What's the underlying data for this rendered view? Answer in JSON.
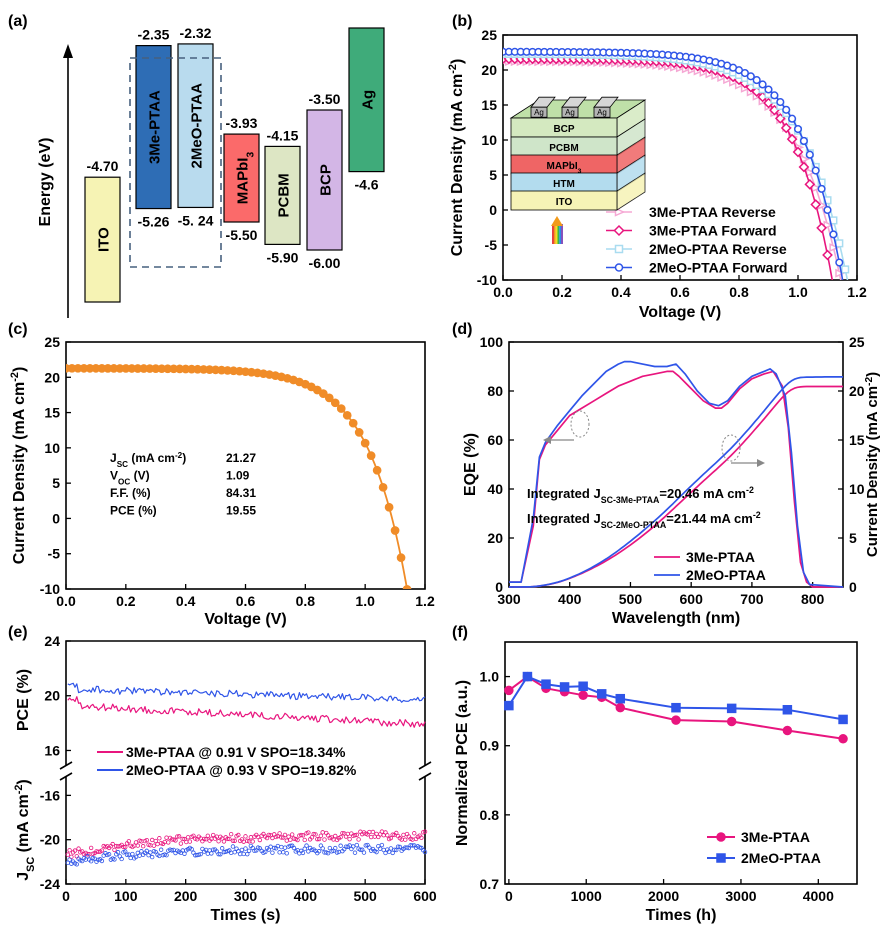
{
  "panels": {
    "a": "(a)",
    "b": "(b)",
    "c": "(c)",
    "d": "(d)",
    "e": "(e)",
    "f": "(f)"
  },
  "colors": {
    "pink": "#e8157e",
    "blue": "#2f55e8",
    "light_pink": "#f5a8d4",
    "light_blue": "#a9dcf0",
    "orange": "#f08c28"
  },
  "chart_data": [
    {
      "id": "a",
      "type": "bar",
      "ylabel": "Energy (eV)",
      "levels": [
        {
          "name": "ITO",
          "top_label": "-4.70",
          "top": -4.7,
          "bottom": -7.0,
          "color": "#f6f3b4"
        },
        {
          "name": "3Me-PTAA",
          "top_label": "-2.35",
          "bottom_label": "-5.26",
          "top": -2.35,
          "bottom": -5.26,
          "color": "#2e6db5"
        },
        {
          "name": "2MeO-PTAA",
          "top_label": "-2.32",
          "bottom_label": "-5. 24",
          "top": -2.32,
          "bottom": -5.24,
          "color": "#b9dbee"
        },
        {
          "name": "MAPbI",
          "name_sub": "3",
          "top_label": "-3.93",
          "bottom_label": "-5.50",
          "top": -3.93,
          "bottom": -5.5,
          "color": "#fb6a6a"
        },
        {
          "name": "PCBM",
          "top_label": "-4.15",
          "bottom_label": "-5.90",
          "top": -4.15,
          "bottom": -5.9,
          "color": "#dde6c4"
        },
        {
          "name": "BCP",
          "top_label": "-3.50",
          "bottom_label": "-6.00",
          "top": -3.5,
          "bottom": -6.0,
          "color": "#d3b6e6"
        },
        {
          "name": "Ag",
          "bottom_label": "-4.6",
          "top": -2.0,
          "bottom": -4.6,
          "color": "#3fab7a"
        }
      ]
    },
    {
      "id": "b",
      "type": "line",
      "xlabel": "Voltage (V)",
      "ylabel": "Current Density (mA cm",
      "ylabel_sup": "-2",
      "ylabel_end": ")",
      "xlim": [
        0.0,
        1.2
      ],
      "ylim": [
        -10,
        25
      ],
      "xticks": [
        "0.0",
        "0.2",
        "0.4",
        "0.6",
        "0.8",
        "1.0",
        "1.2"
      ],
      "yticks": [
        "-10",
        "-5",
        "0",
        "5",
        "10",
        "15",
        "20",
        "25"
      ],
      "series": [
        {
          "name": "3Me-PTAA Reverse",
          "color": "#f5a8d4",
          "marker": "triangle",
          "jsc": 21.2,
          "voc": 1.085,
          "n": 6.0
        },
        {
          "name": "3Me-PTAA Forward",
          "color": "#e8157e",
          "marker": "diamond",
          "jsc": 21.6,
          "voc": 1.065,
          "n": 5.2
        },
        {
          "name": "2MeO-PTAA Reverse",
          "color": "#a9dcf0",
          "marker": "square",
          "jsc": 22.3,
          "voc": 1.11,
          "n": 6.0
        },
        {
          "name": "2MeO-PTAA Forward",
          "color": "#2f55e8",
          "marker": "circle",
          "jsc": 22.6,
          "voc": 1.1,
          "n": 5.4
        }
      ],
      "device_layers": [
        "BCP",
        "PCBM",
        "MAPbI",
        "HTM",
        "ITO"
      ],
      "device_layer_sub": "3",
      "electrode_label": "Ag"
    },
    {
      "id": "c",
      "type": "line",
      "xlabel": "Voltage (V)",
      "ylabel": "Current Density (mA cm",
      "ylabel_sup": "-2",
      "ylabel_end": ")",
      "xlim": [
        0.0,
        1.2
      ],
      "ylim": [
        -10,
        25
      ],
      "xticks": [
        "0.0",
        "0.2",
        "0.4",
        "0.6",
        "0.8",
        "1.0",
        "1.2"
      ],
      "yticks": [
        "-10",
        "-5",
        "0",
        "5",
        "10",
        "15",
        "20",
        "25"
      ],
      "series": [
        {
          "color": "#f08c28",
          "jsc": 21.27,
          "voc": 1.09,
          "n": 5.0
        }
      ],
      "parameters": [
        {
          "label": "J",
          "sub": "SC",
          "unit": " (mA cm",
          "unit_sup": "-2",
          "unit_end": ")",
          "value": "21.27"
        },
        {
          "label": "V",
          "sub": "OC",
          "unit": " (V)",
          "value": "1.09"
        },
        {
          "label": "F.F. (%)",
          "value": "84.31"
        },
        {
          "label": "PCE (%)",
          "value": "19.55"
        }
      ]
    },
    {
      "id": "d",
      "type": "line",
      "xlabel": "Wavelength (nm)",
      "ylabel": "EQE (%)",
      "ylabel_right": "Current Density (mA cm",
      "ylabel_right_sup": "-2",
      "ylabel_right_end": ")",
      "xlim": [
        300,
        850
      ],
      "ylim": [
        0,
        100
      ],
      "ylim_right": [
        0,
        25
      ],
      "xticks": [
        "300",
        "400",
        "500",
        "600",
        "700",
        "800"
      ],
      "yticks": [
        "0",
        "20",
        "40",
        "60",
        "80",
        "100"
      ],
      "yticks_right": [
        "0",
        "5",
        "10",
        "15",
        "20",
        "25"
      ],
      "series": [
        {
          "name": "3Me-PTAA",
          "color": "#e8157e",
          "x": [
            300,
            320,
            340,
            350,
            360,
            380,
            400,
            420,
            440,
            460,
            480,
            500,
            520,
            540,
            560,
            570,
            580,
            600,
            620,
            640,
            650,
            660,
            680,
            700,
            720,
            735,
            750,
            760,
            770,
            780,
            790,
            800,
            850
          ],
          "y": [
            2,
            2,
            25,
            52,
            58,
            64,
            70,
            73,
            76,
            79,
            82,
            84,
            86,
            87,
            88,
            88,
            86,
            81,
            76,
            73,
            73,
            75,
            81,
            85,
            87,
            88,
            82,
            65,
            35,
            10,
            2,
            0,
            0
          ],
          "integrated": 20.46
        },
        {
          "name": "2MeO-PTAA",
          "color": "#2f55e8",
          "x": [
            300,
            320,
            340,
            350,
            360,
            380,
            400,
            420,
            440,
            460,
            480,
            490,
            500,
            520,
            540,
            560,
            575,
            590,
            610,
            630,
            645,
            660,
            680,
            700,
            720,
            730,
            740,
            755,
            765,
            775,
            785,
            795,
            850
          ],
          "y": [
            2,
            2,
            28,
            53,
            59,
            66,
            72,
            78,
            83,
            88,
            91,
            92,
            92,
            91,
            90,
            90,
            91,
            87,
            80,
            75,
            74,
            76,
            82,
            86,
            88,
            89,
            87,
            78,
            55,
            25,
            6,
            1,
            0
          ],
          "integrated": 21.44
        }
      ],
      "annotations": [
        {
          "pre": "Integrated J",
          "sub": "SC-3Me-PTAA",
          "post": "=20.46 mA cm",
          "sup": "-2"
        },
        {
          "pre": "Integrated J",
          "sub": "SC-2MeO-PTAA",
          "post": "=21.44 mA cm",
          "sup": "-2"
        }
      ]
    },
    {
      "id": "e",
      "type": "line",
      "xlabel": "Times (s)",
      "ylabel_top": "PCE (%)",
      "ylabel_bottom": "J",
      "ylabel_bottom_sub": "SC",
      "ylabel_bottom_unit": " (mA cm",
      "ylabel_bottom_sup": "-2",
      "ylabel_bottom_end": ")",
      "xlim": [
        0,
        600
      ],
      "ylim_top": [
        14.5,
        24
      ],
      "ylim_bottom": [
        -24,
        -13.8
      ],
      "xticks": [
        "0",
        "100",
        "200",
        "300",
        "400",
        "500",
        "600"
      ],
      "yticks_top": [
        "16",
        "20",
        "24"
      ],
      "yticks_bottom": [
        "-24",
        "-20",
        "-16"
      ],
      "series": [
        {
          "name": "3Me-PTAA @ 0.91 V  SPO=18.34%",
          "color": "#e8157e",
          "pce_start": 19.3,
          "pce_end": 17.9,
          "jsc_start": -21.4,
          "jsc_end": -19.6
        },
        {
          "name": "2MeO-PTAA @ 0.93 V  SPO=19.82%",
          "color": "#2f55e8",
          "pce_start": 20.5,
          "pce_end": 19.7,
          "jsc_start": -22.0,
          "jsc_end": -20.8
        }
      ]
    },
    {
      "id": "f",
      "type": "line",
      "xlabel": "Times (h)",
      "ylabel": "Normalized PCE (a.u.)",
      "xlim": [
        -50,
        4500
      ],
      "ylim": [
        0.7,
        1.05
      ],
      "xticks": [
        "0",
        "1000",
        "2000",
        "3000",
        "4000"
      ],
      "yticks": [
        "0.7",
        "0.8",
        "0.9",
        "1.0"
      ],
      "series": [
        {
          "name": "3Me-PTAA",
          "color": "#e8157e",
          "marker": "circle",
          "x": [
            0,
            240,
            480,
            720,
            960,
            1200,
            1440,
            2160,
            2880,
            3600,
            4320
          ],
          "y": [
            0.98,
            1.0,
            0.983,
            0.978,
            0.973,
            0.97,
            0.955,
            0.937,
            0.935,
            0.922,
            0.91
          ]
        },
        {
          "name": "2MeO-PTAA",
          "color": "#2f55e8",
          "marker": "square",
          "x": [
            0,
            240,
            480,
            720,
            960,
            1200,
            1440,
            2160,
            2880,
            3600,
            4320
          ],
          "y": [
            0.958,
            1.0,
            0.989,
            0.985,
            0.986,
            0.975,
            0.968,
            0.955,
            0.954,
            0.952,
            0.938
          ]
        }
      ]
    }
  ]
}
